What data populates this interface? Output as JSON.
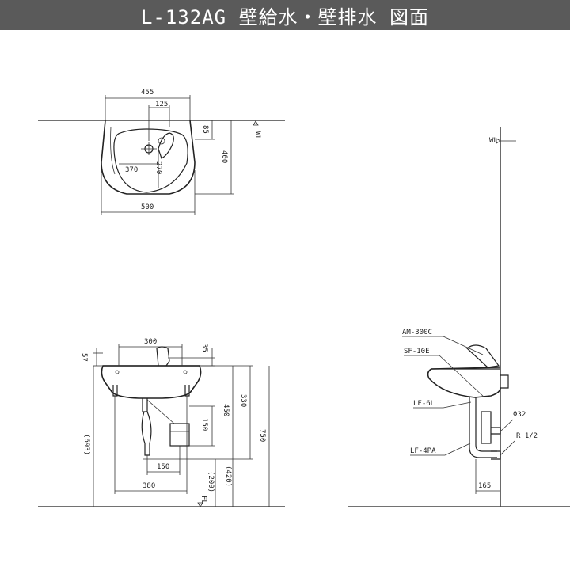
{
  "title": "L-132AG 壁給水・壁排水 図面",
  "top_view": {
    "dim_455": "455",
    "dim_125": "125",
    "dim_85": "85",
    "dim_400": "400",
    "dim_370": "370",
    "dim_270": "270",
    "dim_500": "500",
    "wall_label": "WL"
  },
  "front_view": {
    "dim_300": "300",
    "dim_57": "57",
    "dim_35": "35",
    "dim_693": "(693)",
    "dim_150v": "150",
    "dim_450": "450",
    "dim_330": "330",
    "dim_750": "750",
    "dim_150h": "150",
    "dim_380": "380",
    "dim_200": "(200)",
    "dim_420": "(420)",
    "floor_label": "FL"
  },
  "side_view": {
    "wall_label": "WL",
    "part_am": "AM-300C",
    "part_sf": "SF-10E",
    "part_lf6l": "LF-6L",
    "part_lf4pa": "LF-4PA",
    "spec_32": "Φ32",
    "spec_r12": "R 1/2",
    "dim_165": "165"
  }
}
